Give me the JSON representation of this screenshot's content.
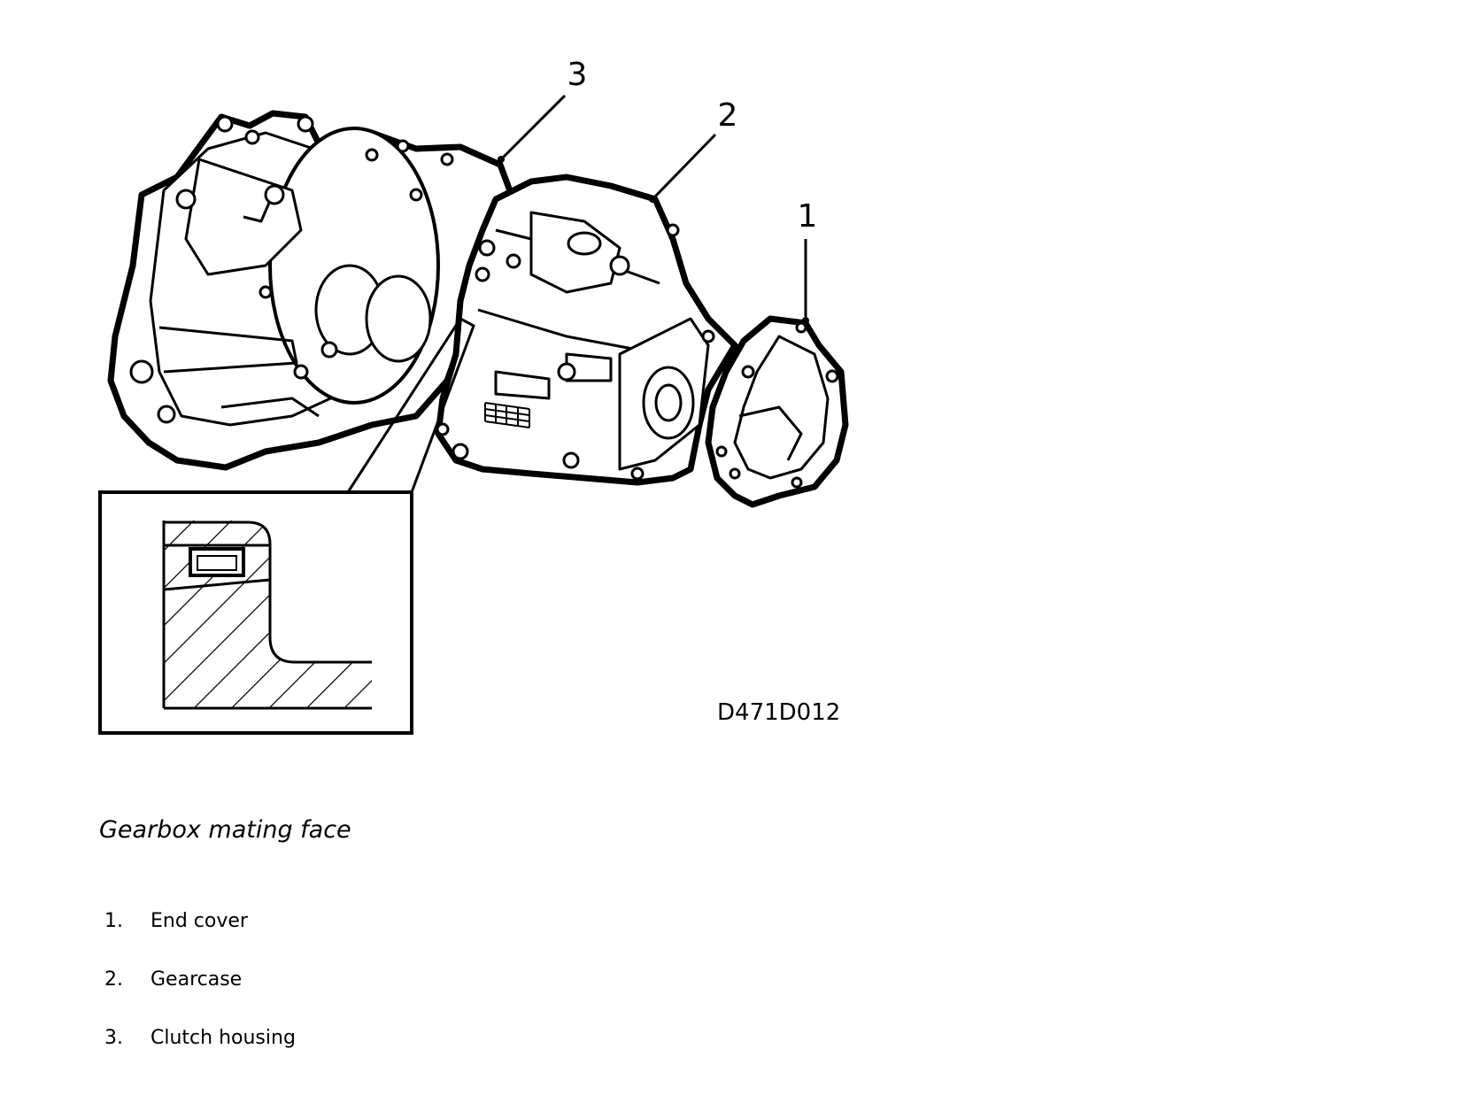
{
  "figure": {
    "callouts": [
      "1",
      "2",
      "3"
    ],
    "code": "D471D012"
  },
  "caption": "Gearbox mating face",
  "legend": [
    {
      "num": "1.",
      "text": "End cover"
    },
    {
      "num": "2.",
      "text": "Gearcase"
    },
    {
      "num": "3.",
      "text": "Clutch housing"
    }
  ]
}
